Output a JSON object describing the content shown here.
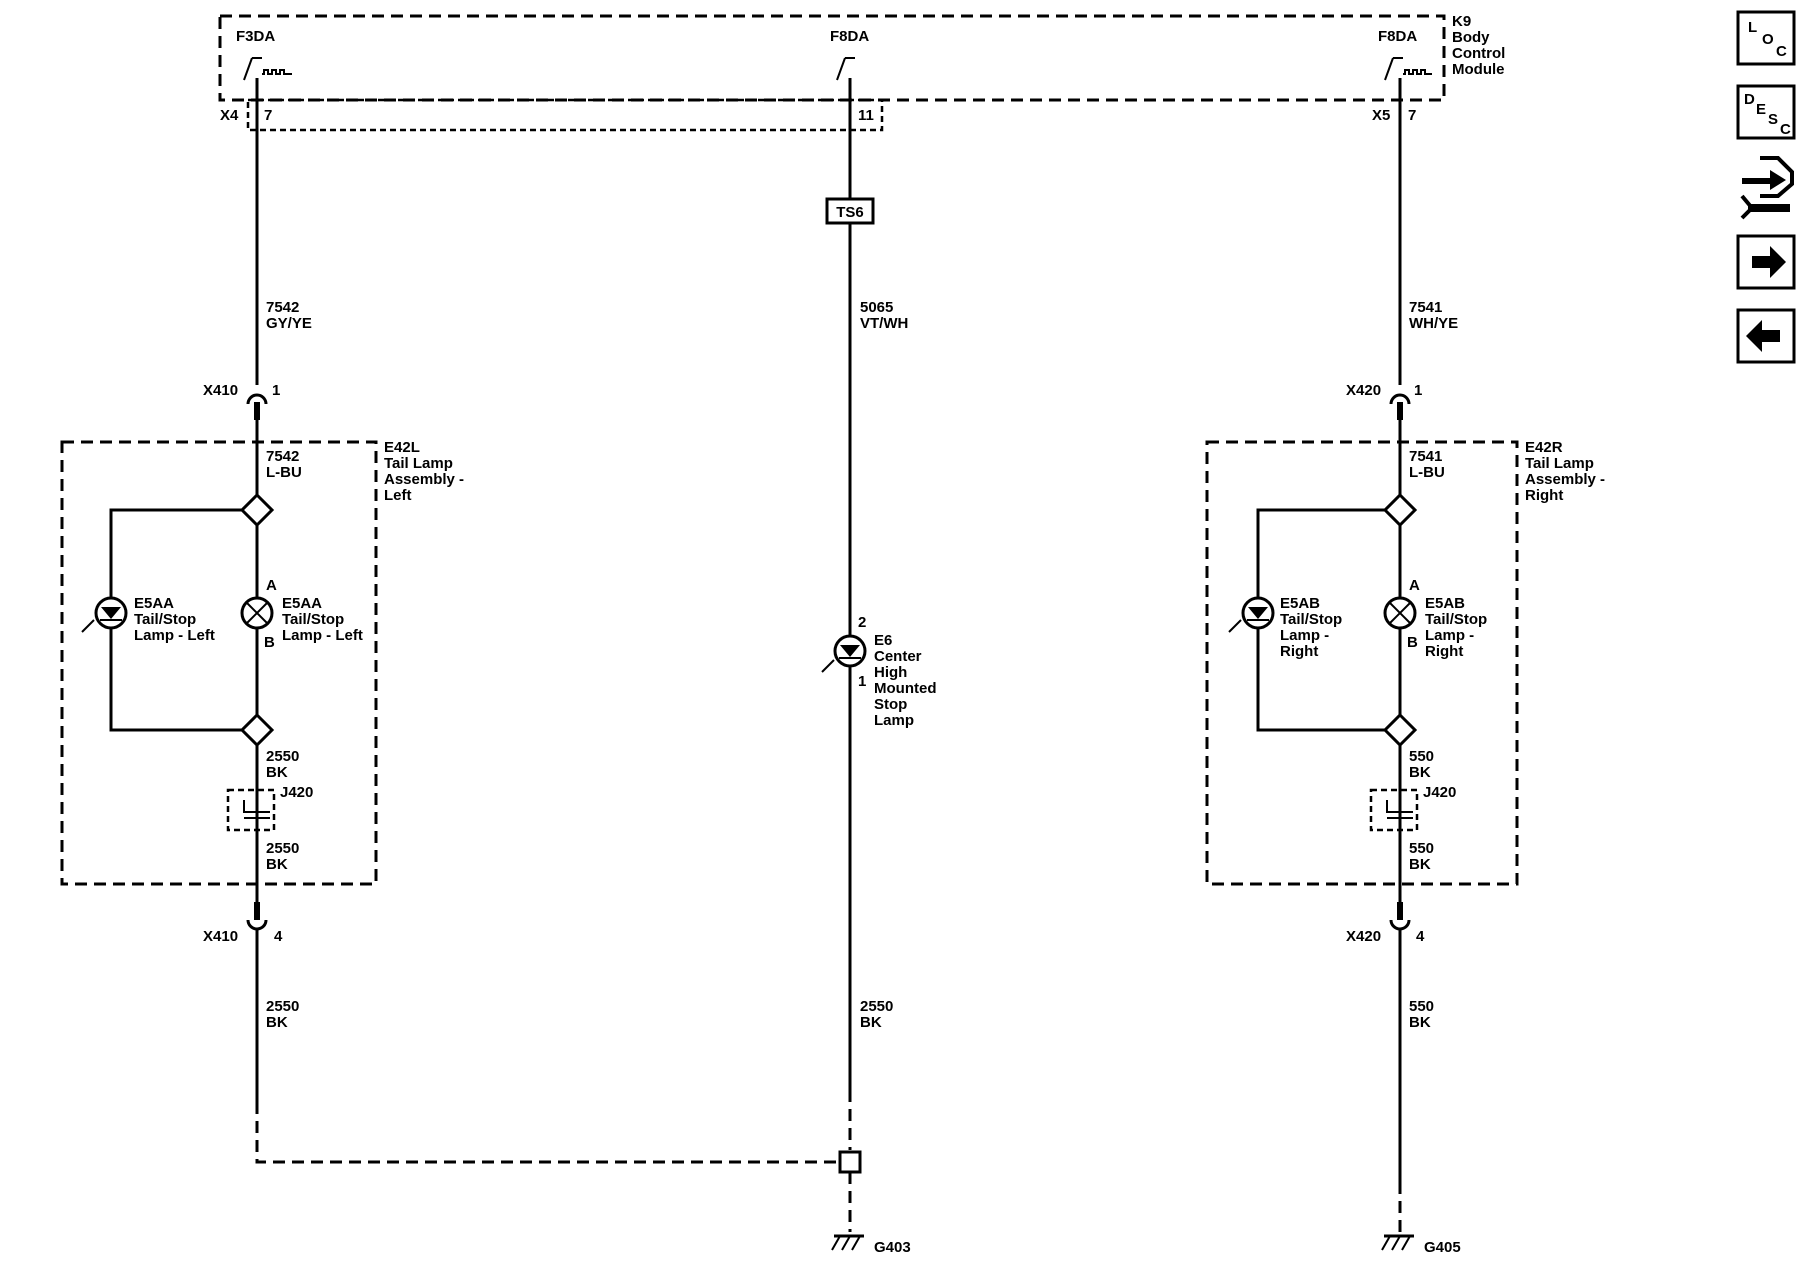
{
  "module": {
    "ref": "K9",
    "name_lines": [
      "Body",
      "Control",
      "Module"
    ]
  },
  "bcm_pins": {
    "left": {
      "circuit": "F3DA",
      "connector": "X4",
      "pin": "7"
    },
    "center": {
      "circuit": "F8DA",
      "pin": "11"
    },
    "right": {
      "circuit": "F8DA",
      "connector": "X5",
      "pin": "7"
    }
  },
  "wires": {
    "left_upper": {
      "circuit": "7542",
      "color": "GY/YE"
    },
    "center_upper": {
      "circuit": "5065",
      "color": "VT/WH"
    },
    "right_upper": {
      "circuit": "7541",
      "color": "WH/YE"
    },
    "left_internal": {
      "circuit": "7542",
      "color": "L-BU"
    },
    "right_internal": {
      "circuit": "7541",
      "color": "L-BU"
    },
    "left_ground_1": {
      "circuit": "2550",
      "color": "BK"
    },
    "left_ground_2": {
      "circuit": "2550",
      "color": "BK"
    },
    "left_ground_3": {
      "circuit": "2550",
      "color": "BK"
    },
    "right_ground_1": {
      "circuit": "550",
      "color": "BK"
    },
    "right_ground_2": {
      "circuit": "550",
      "color": "BK"
    },
    "right_ground_3": {
      "circuit": "550",
      "color": "BK"
    },
    "center_ground": {
      "circuit": "2550",
      "color": "BK"
    }
  },
  "test_point": "TS6",
  "connectors": {
    "x410_top": {
      "ref": "X410",
      "pin": "1"
    },
    "x410_bottom": {
      "ref": "X410",
      "pin": "4"
    },
    "x420_top": {
      "ref": "X420",
      "pin": "1"
    },
    "x420_bottom": {
      "ref": "X420",
      "pin": "4"
    }
  },
  "left_assembly": {
    "ref": "E42L",
    "name_lines": [
      "Tail Lamp",
      "Assembly -",
      "Left"
    ],
    "led": {
      "ref": "E5AA",
      "lines": [
        "Tail/Stop",
        "Lamp - Left"
      ]
    },
    "bulb": {
      "ref": "E5AA",
      "lines": [
        "Tail/Stop",
        "Lamp - Left"
      ],
      "pin_a": "A",
      "pin_b": "B"
    },
    "jumper": "J420"
  },
  "right_assembly": {
    "ref": "E42R",
    "name_lines": [
      "Tail Lamp",
      "Assembly -",
      "Right"
    ],
    "led": {
      "ref": "E5AB",
      "lines": [
        "Tail/Stop",
        "Lamp -",
        "Right"
      ]
    },
    "bulb": {
      "ref": "E5AB",
      "lines": [
        "Tail/Stop",
        "Lamp -",
        "Right"
      ],
      "pin_a": "A",
      "pin_b": "B"
    },
    "jumper": "J420"
  },
  "center_lamp": {
    "ref": "E6",
    "lines": [
      "Center",
      "High",
      "Mounted",
      "Stop",
      "Lamp"
    ],
    "pin_top": "2",
    "pin_bottom": "1"
  },
  "grounds": {
    "left": "G403",
    "right": "G405"
  },
  "nav_buttons": {
    "loc": {
      "letters": [
        "L",
        "O",
        "C"
      ]
    },
    "desc": {
      "letters": [
        "D",
        "E",
        "S",
        "C"
      ]
    },
    "tools_icon": "connector-tool-icon",
    "next_icon": "arrow-right-icon",
    "prev_icon": "arrow-left-icon"
  }
}
